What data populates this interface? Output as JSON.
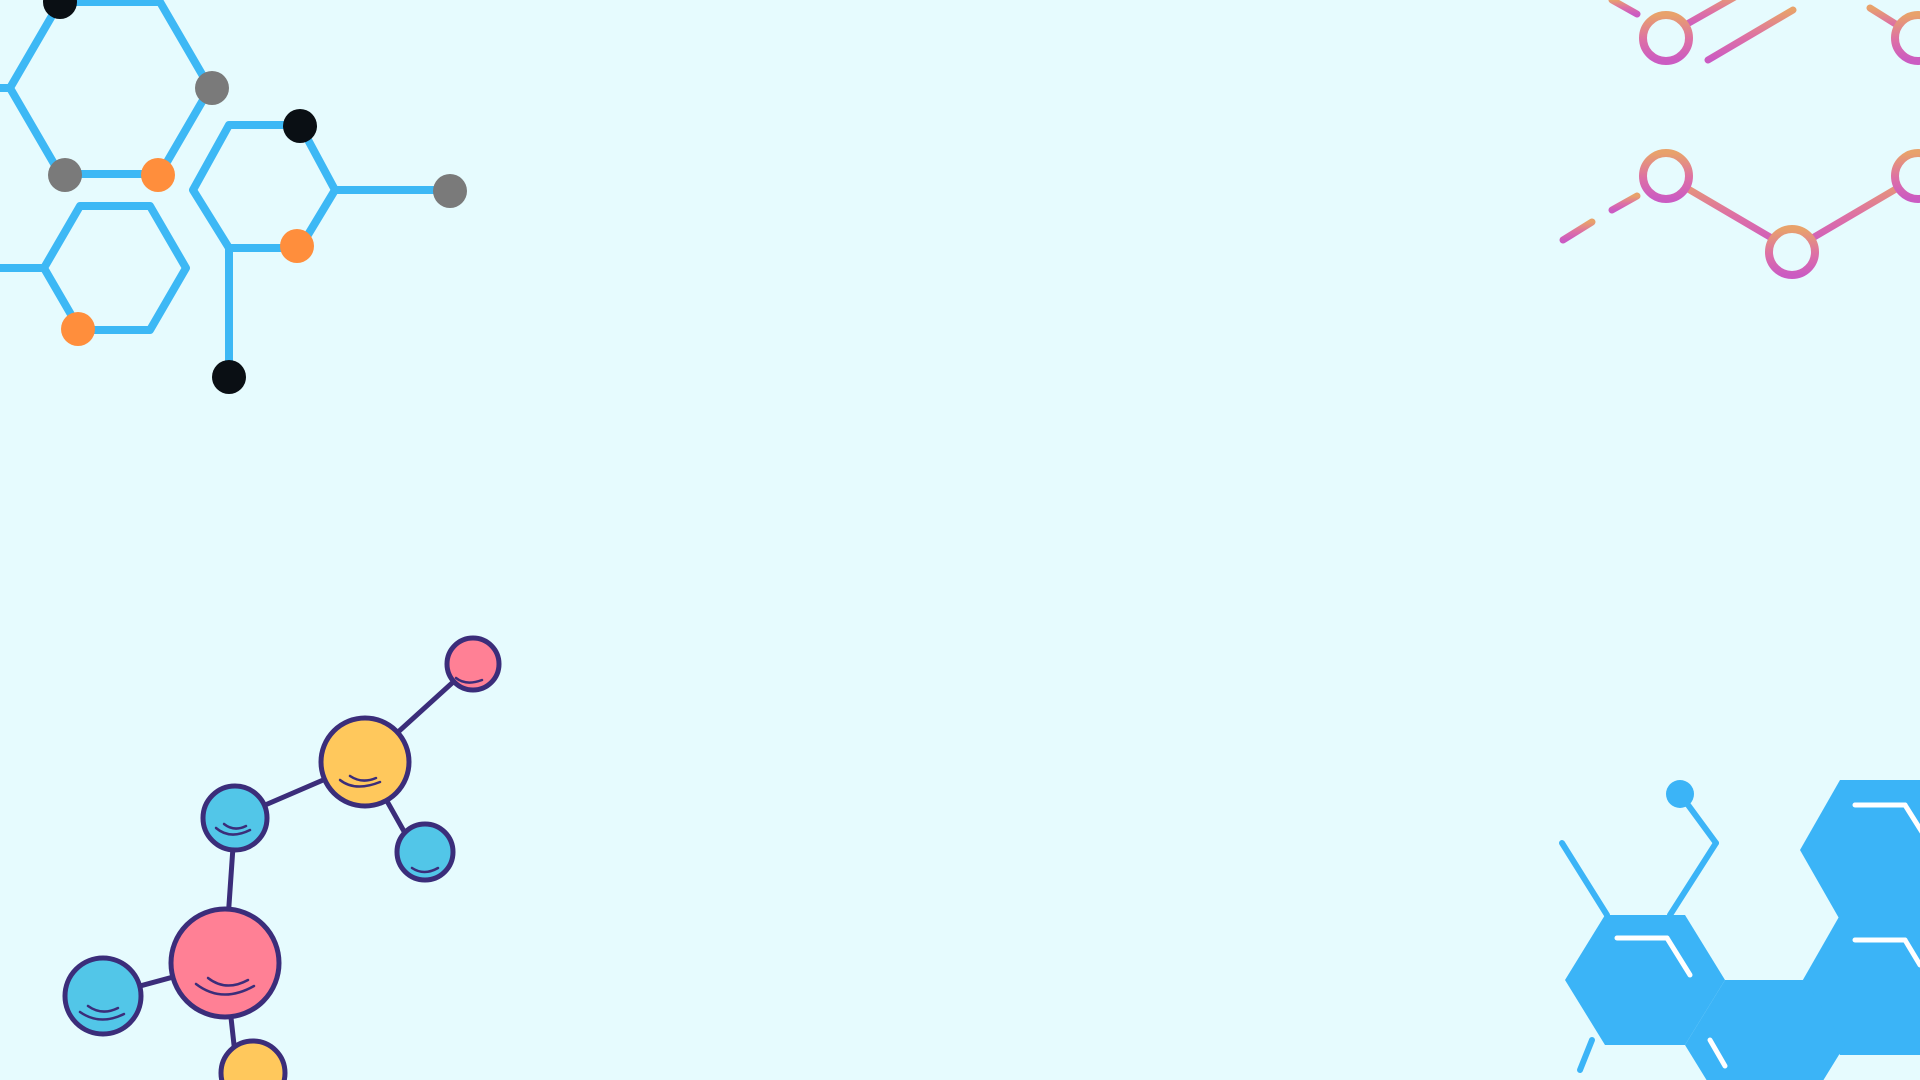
{
  "background_color": "#E6FBFE",
  "decorations": [
    {
      "name": "blue-hexagon-molecule-illustration",
      "position": "top-left",
      "colors": [
        "#3DB8F5",
        "#7A7A7A",
        "#FF8E3C",
        "#0A0F14"
      ]
    },
    {
      "name": "gradient-ring-molecule-illustration",
      "position": "top-right",
      "colors": [
        "#E8A26B",
        "#DD6FA6",
        "#CB5BC2"
      ]
    },
    {
      "name": "ball-and-stick-molecule-illustration",
      "position": "bottom-left",
      "colors": [
        "#FF8095",
        "#FFC85C",
        "#52C6E8",
        "#3B2D7A"
      ]
    },
    {
      "name": "filled-hexagon-cluster-illustration",
      "position": "bottom-right",
      "colors": [
        "#3BB4F7",
        "#FFFFFF"
      ]
    }
  ]
}
